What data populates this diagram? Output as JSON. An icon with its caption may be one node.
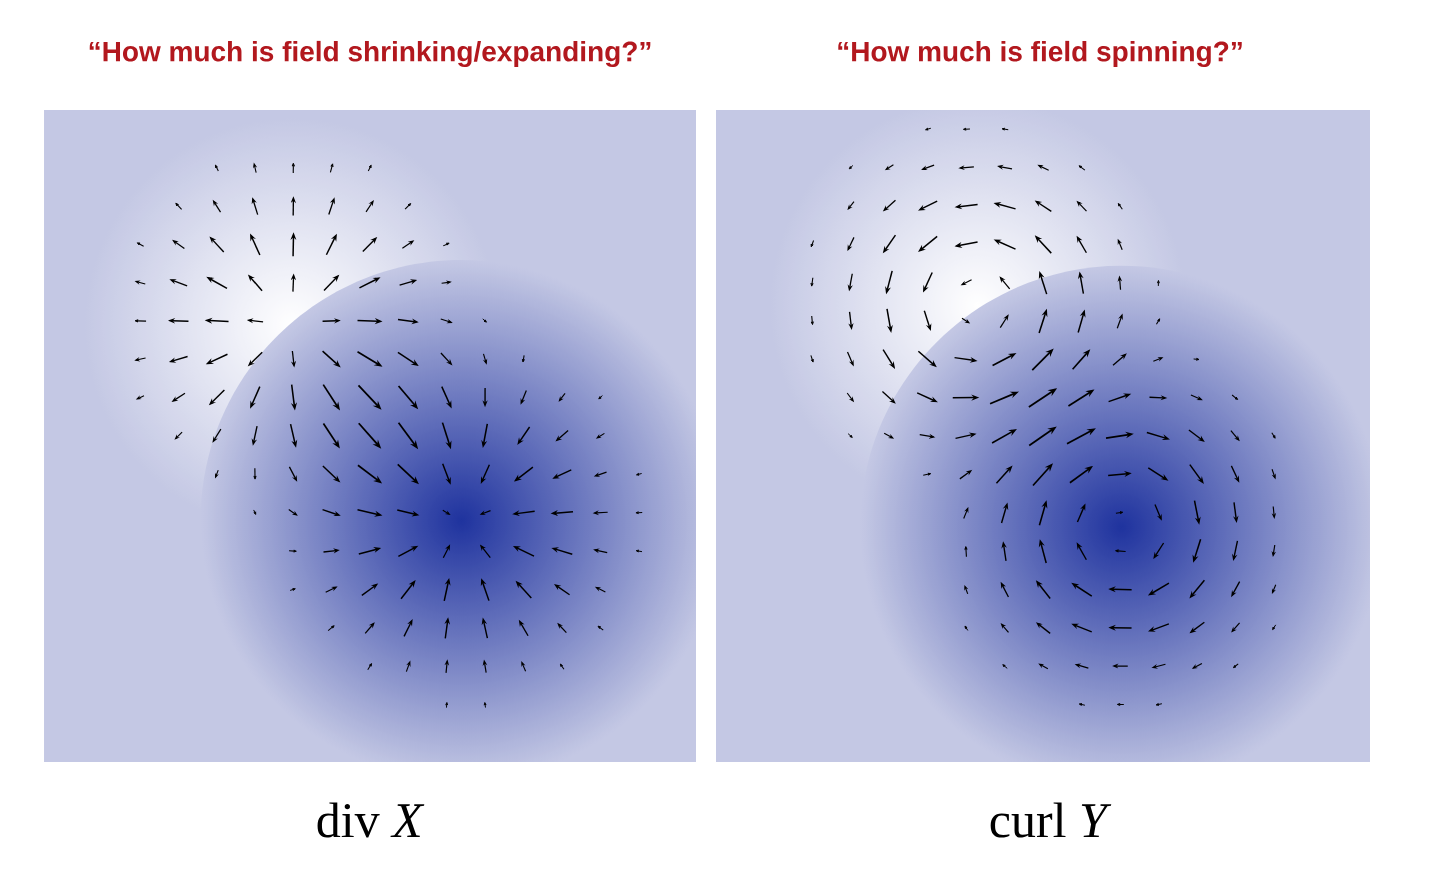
{
  "diagram": {
    "labels": [
      "“How much is field shrinking/expanding?”",
      "“How much is field spinning?”",
      "div *X*",
      "curl *Y*"
    ]
  }
}
